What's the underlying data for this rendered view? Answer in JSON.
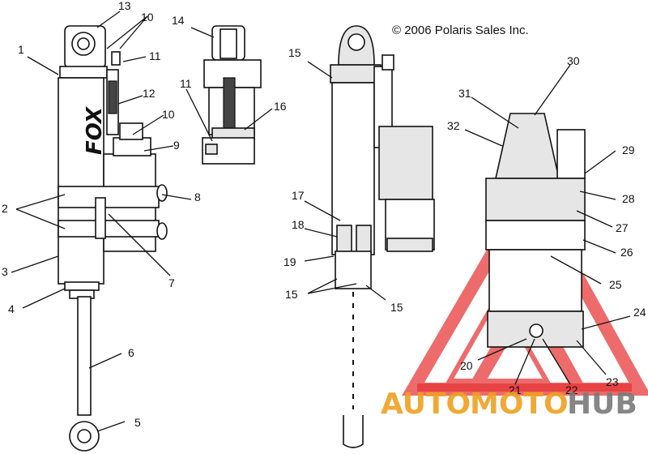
{
  "copyright": "© 2006 Polaris Sales Inc.",
  "logo_text": "FOX",
  "watermark": {
    "auto": "AUTO",
    "moto": "MOTO",
    "hub": "HUB",
    "color_red": "#e83a3a",
    "color_orange": "#f0a020",
    "color_gray": "#7a7a7a"
  },
  "labels": {
    "l1": "1",
    "l2": "2",
    "l3": "3",
    "l4": "4",
    "l5": "5",
    "l6": "6",
    "l7": "7",
    "l8": "8",
    "l9": "9",
    "l10a": "10",
    "l10b": "10",
    "l11a": "11",
    "l11b": "11",
    "l12": "12",
    "l13": "13",
    "l14": "14",
    "l15a": "15",
    "l15b": "15",
    "l15c": "15",
    "l16": "16",
    "l17": "17",
    "l18": "18",
    "l19": "19",
    "l20": "20",
    "l21": "21",
    "l22": "22",
    "l23": "23",
    "l24": "24",
    "l25": "25",
    "l26": "26",
    "l27": "27",
    "l28": "28",
    "l29": "29",
    "l30": "30",
    "l31": "31",
    "l32": "32"
  }
}
